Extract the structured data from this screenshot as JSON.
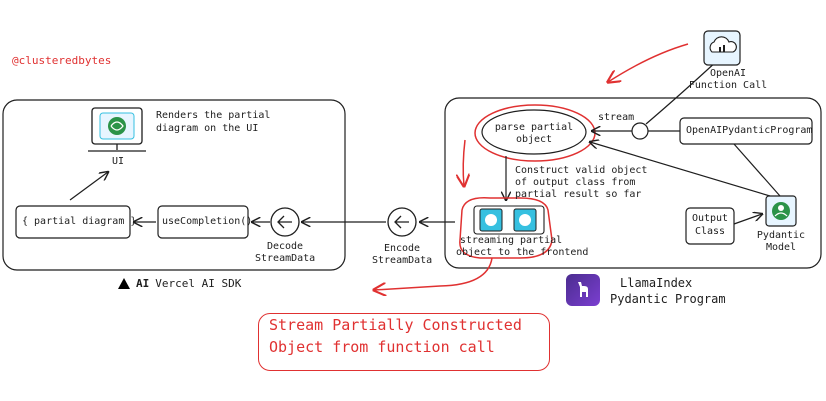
{
  "header": {
    "handle": "@clusteredbytes"
  },
  "vercel": {
    "ui_note_line1": "Renders the partial",
    "ui_note_line2": "diagram on the UI",
    "ui_label": "UI",
    "partial_diagram": "{ partial diagram }",
    "use_completion": "useCompletion()",
    "decode_line1": "Decode",
    "decode_line2": "StreamData",
    "sdk_label": "Vercel AI SDK",
    "sdk_badge": "AI"
  },
  "encode": {
    "line1": "Encode",
    "line2": "StreamData"
  },
  "llama": {
    "parse_line1": "parse partial",
    "parse_line2": "object",
    "stream_label": "stream",
    "openai_program": "OpenAIPydanticProgram",
    "construct_line1": "Construct valid object",
    "construct_line2": "of output class from",
    "construct_line3": "partial result so far",
    "streaming_line1": "streaming partial",
    "streaming_line2": "object to the frontend",
    "output_line1": "Output",
    "output_line2": "Class",
    "model_line1": "Pydantic",
    "model_line2": "Model",
    "title_line1": "LlamaIndex",
    "title_line2": "Pydantic Program"
  },
  "openai": {
    "line1": "OpenAI",
    "line2": "Function Call"
  },
  "note": {
    "line1": "Stream Partially Constructed",
    "line2": "Object from function call"
  },
  "colors": {
    "stroke": "#1e1e1e",
    "accent": "#e03131",
    "cyan": "#36c0e0"
  }
}
